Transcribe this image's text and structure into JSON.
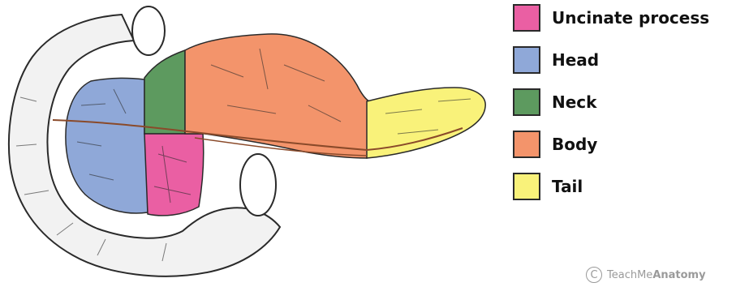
{
  "legend": [
    {
      "id": "uncinate",
      "label": "Uncinate process",
      "color": "#ea5fa3"
    },
    {
      "id": "head",
      "label": "Head",
      "color": "#8fa8d8"
    },
    {
      "id": "neck",
      "label": "Neck",
      "color": "#5d9a5f"
    },
    {
      "id": "body",
      "label": "Body",
      "color": "#f3946b"
    },
    {
      "id": "tail",
      "label": "Tail",
      "color": "#f9f27a"
    }
  ],
  "region_fills": {
    "duodenum": "#f2f2f2",
    "outline": "#2a2a2a",
    "duct": "#8a4a2a"
  },
  "watermark": {
    "symbol": "C",
    "brand_light": "TeachMe",
    "brand_bold": "Anatomy"
  }
}
